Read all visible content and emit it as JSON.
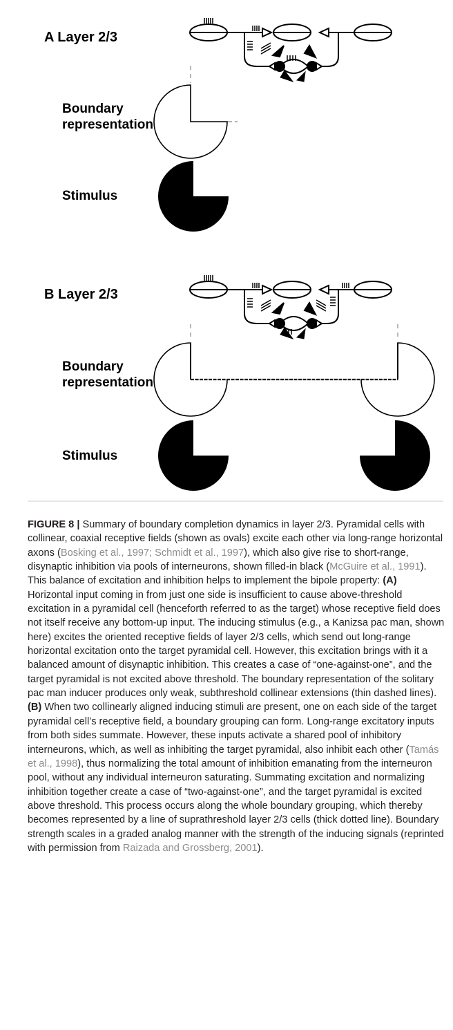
{
  "figure": {
    "panel_a": {
      "title": "A Layer 2/3",
      "boundary_label": [
        "Boundary",
        "representation"
      ],
      "stimulus_label": "Stimulus"
    },
    "panel_b": {
      "title": "B Layer 2/3",
      "boundary_label": [
        "Boundary",
        "representation"
      ],
      "stimulus_label": "Stimulus"
    },
    "colors": {
      "ink": "#000000",
      "caption_text": "#231f20",
      "citation": "#8c8c8c",
      "rule": "#e6e6e6"
    }
  },
  "caption": {
    "label": "FIGURE 8 |",
    "segments": [
      {
        "t": " Summary of boundary completion dynamics in layer 2/3. Pyramidal cells with collinear, coaxial receptive fields (shown as ovals) excite each other via long-range horizontal axons ("
      },
      {
        "t": "Bosking et al., 1997; Schmidt et al., 1997",
        "s": "cite"
      },
      {
        "t": "), which also give rise to short-range, disynaptic inhibition via pools of interneurons, shown filled-in black ("
      },
      {
        "t": "McGuire et al., 1991",
        "s": "cite"
      },
      {
        "t": "). This balance of excitation and inhibition helps to implement the bipole property: "
      },
      {
        "t": "(A)",
        "s": "bold"
      },
      {
        "t": " Horizontal input coming in from just one side is insufficient to cause above-threshold excitation in a pyramidal cell (henceforth referred to as the target) whose receptive field does not itself receive any bottom-up input. The inducing stimulus (e.g., a Kanizsa pac man, shown here) excites the oriented receptive fields of layer 2/3 cells, which send out long-range horizontal excitation onto the target pyramidal cell. However, this excitation brings with it a balanced amount of disynaptic inhibition. This creates a case of “one-against-one”, and the target pyramidal is not excited above threshold. The boundary representation of the solitary pac man inducer produces only weak, subthreshold collinear extensions (thin dashed lines). "
      },
      {
        "t": "(B)",
        "s": "bold"
      },
      {
        "t": " When two collinearly aligned inducing stimuli are present, one on each side of the target pyramidal cell’s receptive field, a boundary grouping can form. Long-range excitatory inputs from both sides summate. However, these inputs activate a shared pool of inhibitory interneurons, which, as well as inhibiting the target pyramidal, also inhibit each other ("
      },
      {
        "t": "Tamás et al., 1998",
        "s": "cite"
      },
      {
        "t": "), thus normalizing the total amount of inhibition emanating from the interneuron pool, without any individual interneuron saturating. Summating excitation and normalizing inhibition together create a case of “two-against-one”, and the target pyramidal is excited above threshold. This process occurs along the whole boundary grouping, which thereby becomes represented by a line of suprathreshold layer 2/3 cells (thick dotted line). Boundary strength scales in a graded analog manner with the strength of the inducing signals (reprinted with permission from "
      },
      {
        "t": "Raizada and Grossberg, 2001",
        "s": "cite"
      },
      {
        "t": ")."
      }
    ]
  }
}
